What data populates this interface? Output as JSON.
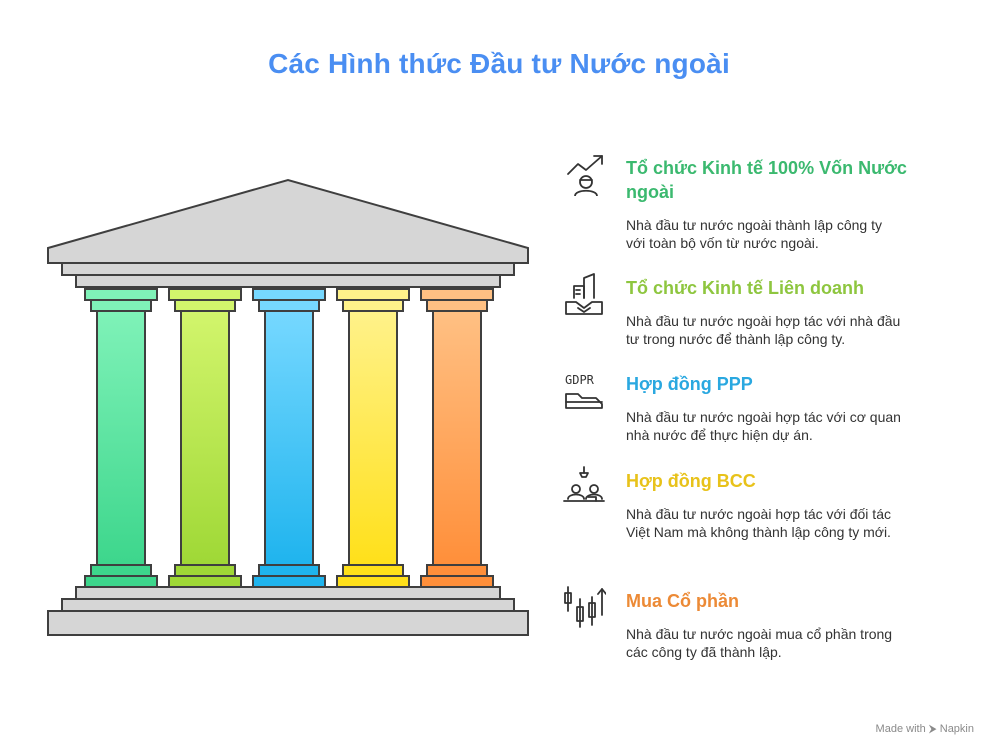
{
  "title": "Các Hình thức Đầu tư Nước ngoài",
  "items": [
    {
      "heading": "Tổ chức Kinh tế 100% Vốn Nước ngoài",
      "description": "Nhà đầu tư nước ngoài thành lập công ty với toàn bộ vốn từ nước ngoài.",
      "color": "#3bb96f",
      "icon": "investor-growth-icon"
    },
    {
      "heading": "Tổ chức Kinh tế Liên doanh",
      "description": "Nhà đầu tư nước ngoài hợp tác với nhà đầu tư trong nước để thành lập công ty.",
      "color": "#8ec63f",
      "icon": "handshake-building-icon"
    },
    {
      "heading": "Hợp đồng PPP",
      "description": "Nhà đầu tư nước ngoài hợp tác với cơ quan nhà nước để thực hiện dự án.",
      "color": "#2aa8e0",
      "icon": "gdpr-contract-icon"
    },
    {
      "heading": "Hợp đồng BCC",
      "description": "Nhà đầu tư nước ngoài hợp tác với đối tác Việt Nam mà không thành lập công ty mới.",
      "color": "#e8c21a",
      "icon": "meeting-table-icon"
    },
    {
      "heading": "Mua Cổ phần",
      "description": "Nhà đầu tư nước ngoài mua cổ phần trong các công ty đã thành lập.",
      "color": "#ec8a36",
      "icon": "candlestick-chart-icon"
    }
  ],
  "pillars": [
    {
      "light": "#7ff2b8",
      "dark": "#3dd68c",
      "cap": "#5ee3a0"
    },
    {
      "light": "#d2f56c",
      "dark": "#9fd836",
      "cap": "#b8e84f"
    },
    {
      "light": "#76d8ff",
      "dark": "#1fb4ee",
      "cap": "#46c6f8"
    },
    {
      "light": "#fff28a",
      "dark": "#ffe01a",
      "cap": "#ffe84a"
    },
    {
      "light": "#ffc083",
      "dark": "#ff8f3a",
      "cap": "#ffa55a"
    }
  ],
  "footer": {
    "credit": "Made with ⮞ Napkin"
  }
}
